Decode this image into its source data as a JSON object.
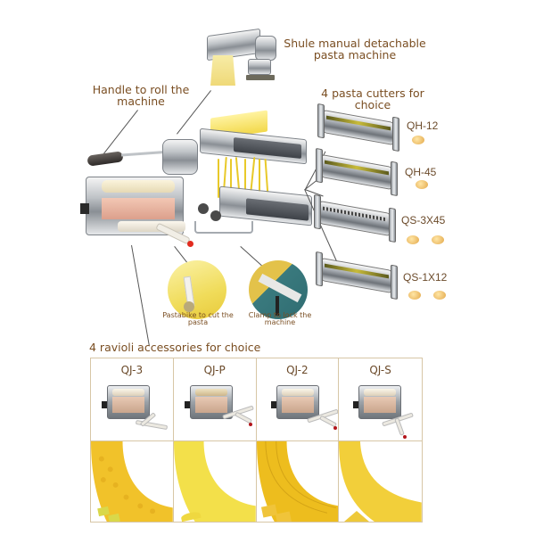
{
  "annotations": {
    "machine_title": "Shule manual detachable pasta machine",
    "machine_title_line1": "Shule manual detachable",
    "machine_title_line2": "pasta machine",
    "handle_line1": "Handle to roll the",
    "handle_line2": "machine",
    "cutters_line1": "4 pasta cutters for",
    "cutters_line2": "choice",
    "pastabike_line1": "Pastabike to cut the",
    "pastabike_line2": "pasta",
    "clamp_line1": "Clamp to lock the",
    "clamp_line2": "machine",
    "ravioli_heading": "4 ravioli accessories for choice"
  },
  "pasta_cutters": [
    {
      "code": "QH-12",
      "shape_icon": "pasta-nest-icon"
    },
    {
      "code": "QH-45",
      "shape_icon": "pasta-nest-icon"
    },
    {
      "code": "QS-3X45",
      "shape_icon": "pasta-nest-icon"
    },
    {
      "code": "QS-1X12",
      "shape_icon": "pasta-nest-icon"
    }
  ],
  "ravioli_accessories": [
    {
      "code": "QJ-3",
      "sheet_color": "#f1c22a"
    },
    {
      "code": "QJ-P",
      "sheet_color": "#f3e04a"
    },
    {
      "code": "QJ-2",
      "sheet_color": "#edbd1e"
    },
    {
      "code": "QJ-S",
      "sheet_color": "#f2cf3a"
    }
  ],
  "colors": {
    "text_brown": "#7a4e22",
    "grid_border": "#d7c6a6",
    "pasta_yellow": "#f2d84a",
    "handle_tip_red": "#e22b1f"
  }
}
